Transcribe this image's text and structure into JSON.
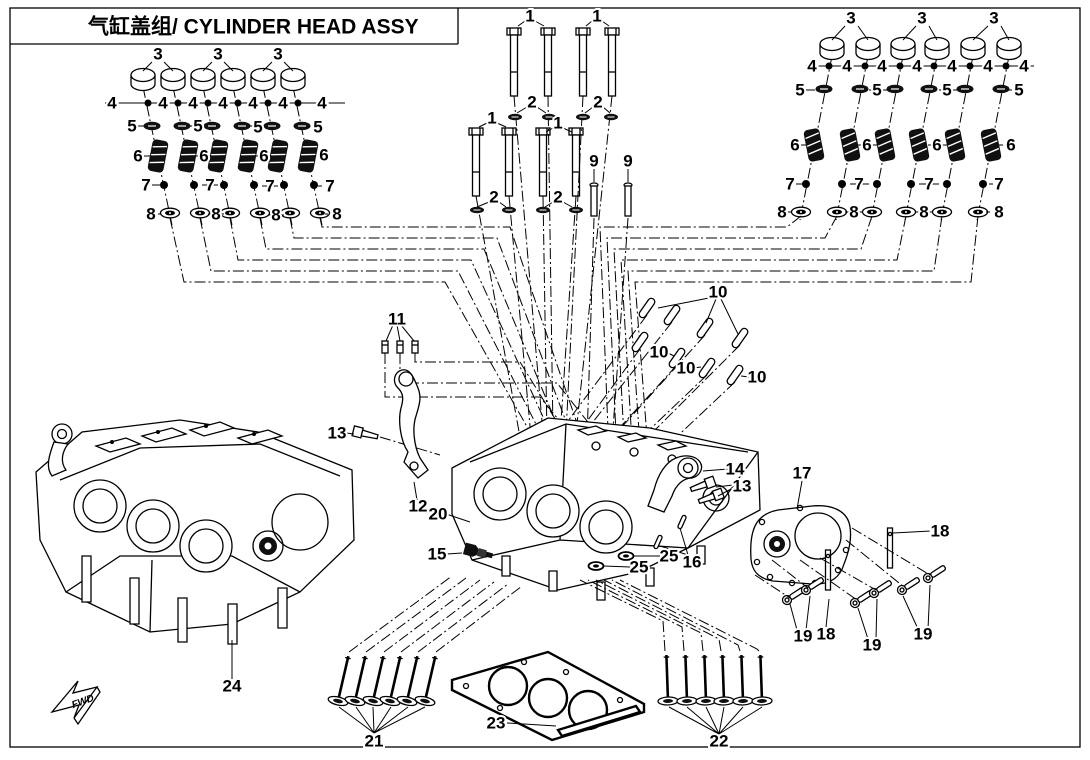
{
  "title": "气缸盖组/ CYLINDER HEAD ASSY",
  "direction_marker": "FWD",
  "colors": {
    "ink": "#000000",
    "paper": "#ffffff"
  },
  "labels": {
    "n1": "1",
    "n2": "2",
    "n3": "3",
    "n4": "4",
    "n5": "5",
    "n6": "6",
    "n7": "7",
    "n8": "8",
    "n9": "9",
    "n10": "10",
    "n11": "11",
    "n12": "12",
    "n13": "13",
    "n14": "14",
    "n15": "15",
    "n16": "16",
    "n17": "17",
    "n18": "18",
    "n19": "19",
    "n20": "20",
    "n21": "21",
    "n22": "22",
    "n23": "23",
    "n24": "24",
    "n25": "25"
  }
}
